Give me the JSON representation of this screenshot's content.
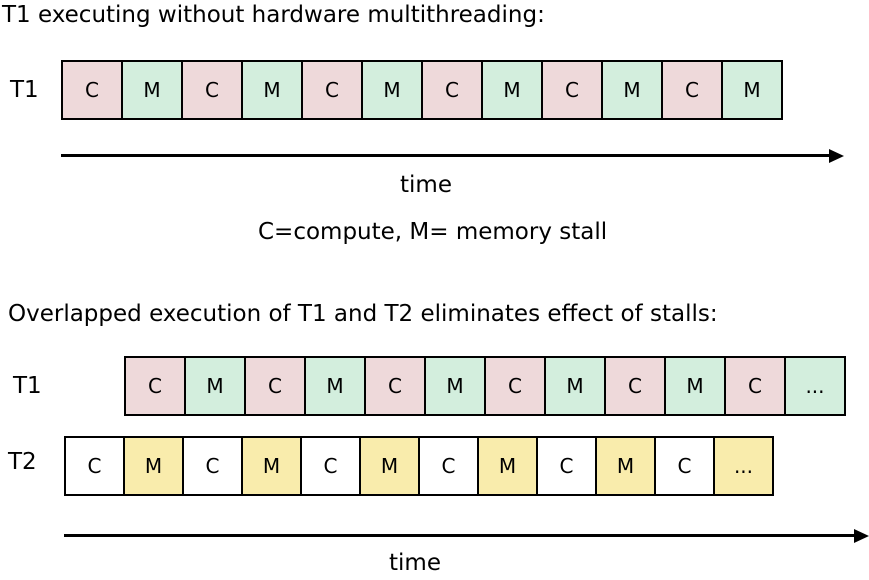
{
  "colors": {
    "compute": "#eed9da",
    "memory_stall": "#d3eedd",
    "t2_compute": "#ffffff",
    "t2_memory_stall": "#f9ecac"
  },
  "top": {
    "heading": "T1 executing without hardware multithreading:",
    "row_label": "T1",
    "cells": [
      "C",
      "M",
      "C",
      "M",
      "C",
      "M",
      "C",
      "M",
      "C",
      "M",
      "C",
      "M"
    ],
    "time_label": "time",
    "legend": "C=compute, M= memory stall"
  },
  "bottom": {
    "heading": "Overlapped execution of T1 and T2 eliminates effect of stalls:",
    "t1_label": "T1",
    "t1_cells": [
      "C",
      "M",
      "C",
      "M",
      "C",
      "M",
      "C",
      "M",
      "C",
      "M",
      "C",
      "..."
    ],
    "t2_label": "T2",
    "t2_cells": [
      "C",
      "M",
      "C",
      "M",
      "C",
      "M",
      "C",
      "M",
      "C",
      "M",
      "C",
      "..."
    ],
    "time_label": "time"
  }
}
